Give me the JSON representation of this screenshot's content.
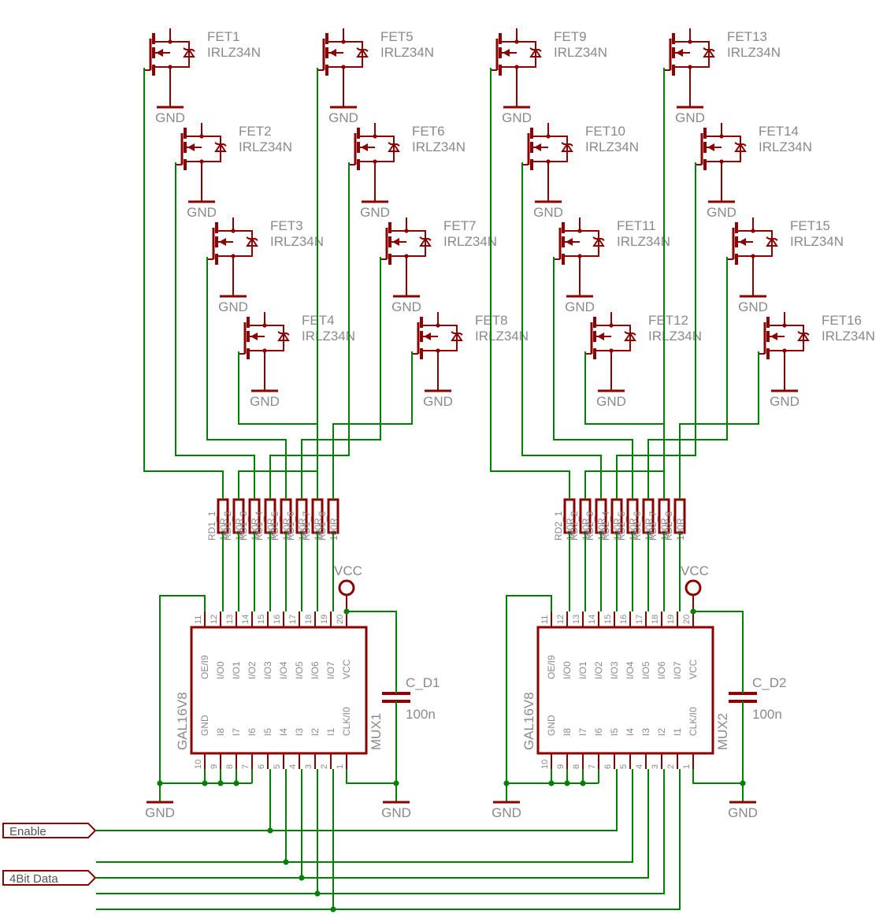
{
  "colors": {
    "wire": "#008000",
    "symbol": "#8b0000",
    "label": "#8a8a8a",
    "junction": "#008000"
  },
  "fets": [
    {
      "name": "FET1",
      "value": "IRLZ34N"
    },
    {
      "name": "FET2",
      "value": "IRLZ34N"
    },
    {
      "name": "FET3",
      "value": "IRLZ34N"
    },
    {
      "name": "FET4",
      "value": "IRLZ34N"
    },
    {
      "name": "FET5",
      "value": "IRLZ34N"
    },
    {
      "name": "FET6",
      "value": "IRLZ34N"
    },
    {
      "name": "FET7",
      "value": "IRLZ34N"
    },
    {
      "name": "FET8",
      "value": "IRLZ34N"
    },
    {
      "name": "FET9",
      "value": "IRLZ34N"
    },
    {
      "name": "FET10",
      "value": "IRLZ34N"
    },
    {
      "name": "FET11",
      "value": "IRLZ34N"
    },
    {
      "name": "FET12",
      "value": "IRLZ34N"
    },
    {
      "name": "FET13",
      "value": "IRLZ34N"
    },
    {
      "name": "FET14",
      "value": "IRLZ34N"
    },
    {
      "name": "FET15",
      "value": "IRLZ34N"
    },
    {
      "name": "FET16",
      "value": "IRLZ34N"
    }
  ],
  "gnd_label": "GND",
  "vcc_label": "VCC",
  "resistor_value": "100R",
  "resistor_arrays": [
    {
      "name": "RD1",
      "labels": [
        "RD1_1",
        "RD1_2",
        "RD1_3",
        "RD1_4",
        "RD1_5",
        "RD1_6",
        "RD1_7",
        "RD1_8"
      ]
    },
    {
      "name": "RD2",
      "labels": [
        "RD2_1",
        "RD2_2",
        "RD2_3",
        "RD2_4",
        "RD2_5",
        "RD2_6",
        "RD2_7",
        "RD2_8"
      ]
    }
  ],
  "muxes": [
    {
      "name": "MUX1",
      "part": "GAL16V8",
      "cap_name": "C_D1",
      "cap_value": "100n"
    },
    {
      "name": "MUX2",
      "part": "GAL16V8",
      "cap_name": "C_D2",
      "cap_value": "100n"
    }
  ],
  "mux_top_pins": [
    {
      "num": "11",
      "name": "OE/I9"
    },
    {
      "num": "12",
      "name": "I/O0"
    },
    {
      "num": "13",
      "name": "I/O1"
    },
    {
      "num": "14",
      "name": "I/O2"
    },
    {
      "num": "15",
      "name": "I/O3"
    },
    {
      "num": "16",
      "name": "I/O4"
    },
    {
      "num": "17",
      "name": "I/O5"
    },
    {
      "num": "18",
      "name": "I/O6"
    },
    {
      "num": "19",
      "name": "I/O7"
    },
    {
      "num": "20",
      "name": "VCC"
    }
  ],
  "mux_bottom_pins": [
    {
      "num": "10",
      "name": "GND"
    },
    {
      "num": "9",
      "name": "I8"
    },
    {
      "num": "8",
      "name": "I7"
    },
    {
      "num": "7",
      "name": "I6"
    },
    {
      "num": "6",
      "name": "I5"
    },
    {
      "num": "5",
      "name": "I4"
    },
    {
      "num": "4",
      "name": "I3"
    },
    {
      "num": "3",
      "name": "I2"
    },
    {
      "num": "2",
      "name": "I1"
    },
    {
      "num": "1",
      "name": "CLK/I0"
    }
  ],
  "flags": {
    "enable": "Enable",
    "data": "4Bit Data"
  }
}
